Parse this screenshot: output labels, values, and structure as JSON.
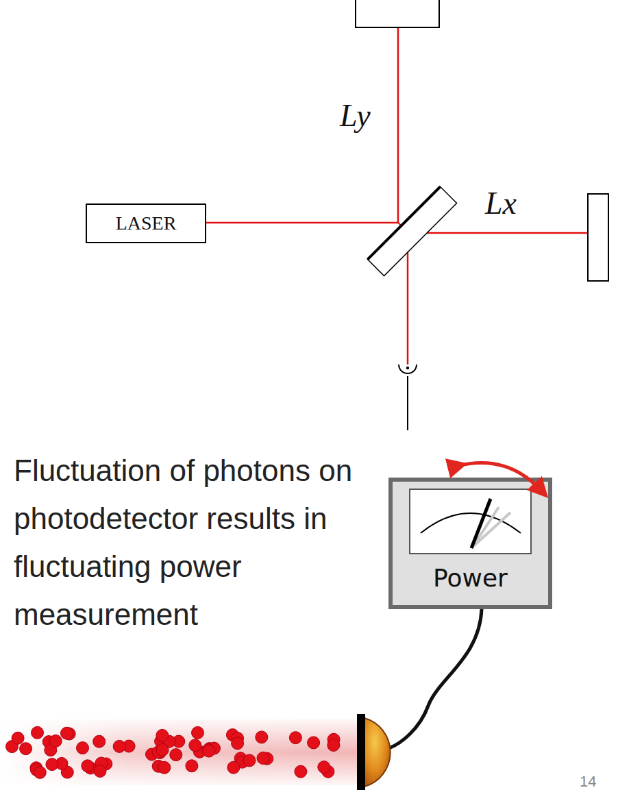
{
  "diagram": {
    "nodes": [
      {
        "text": [
          "LASER"
        ]
      },
      {
        "text": [
          "Power"
        ]
      }
    ],
    "labels": [
      "Ly",
      "Lx",
      "Fluctuation of photons on photodetector results in fluctuating power measurement",
      "14"
    ]
  }
}
